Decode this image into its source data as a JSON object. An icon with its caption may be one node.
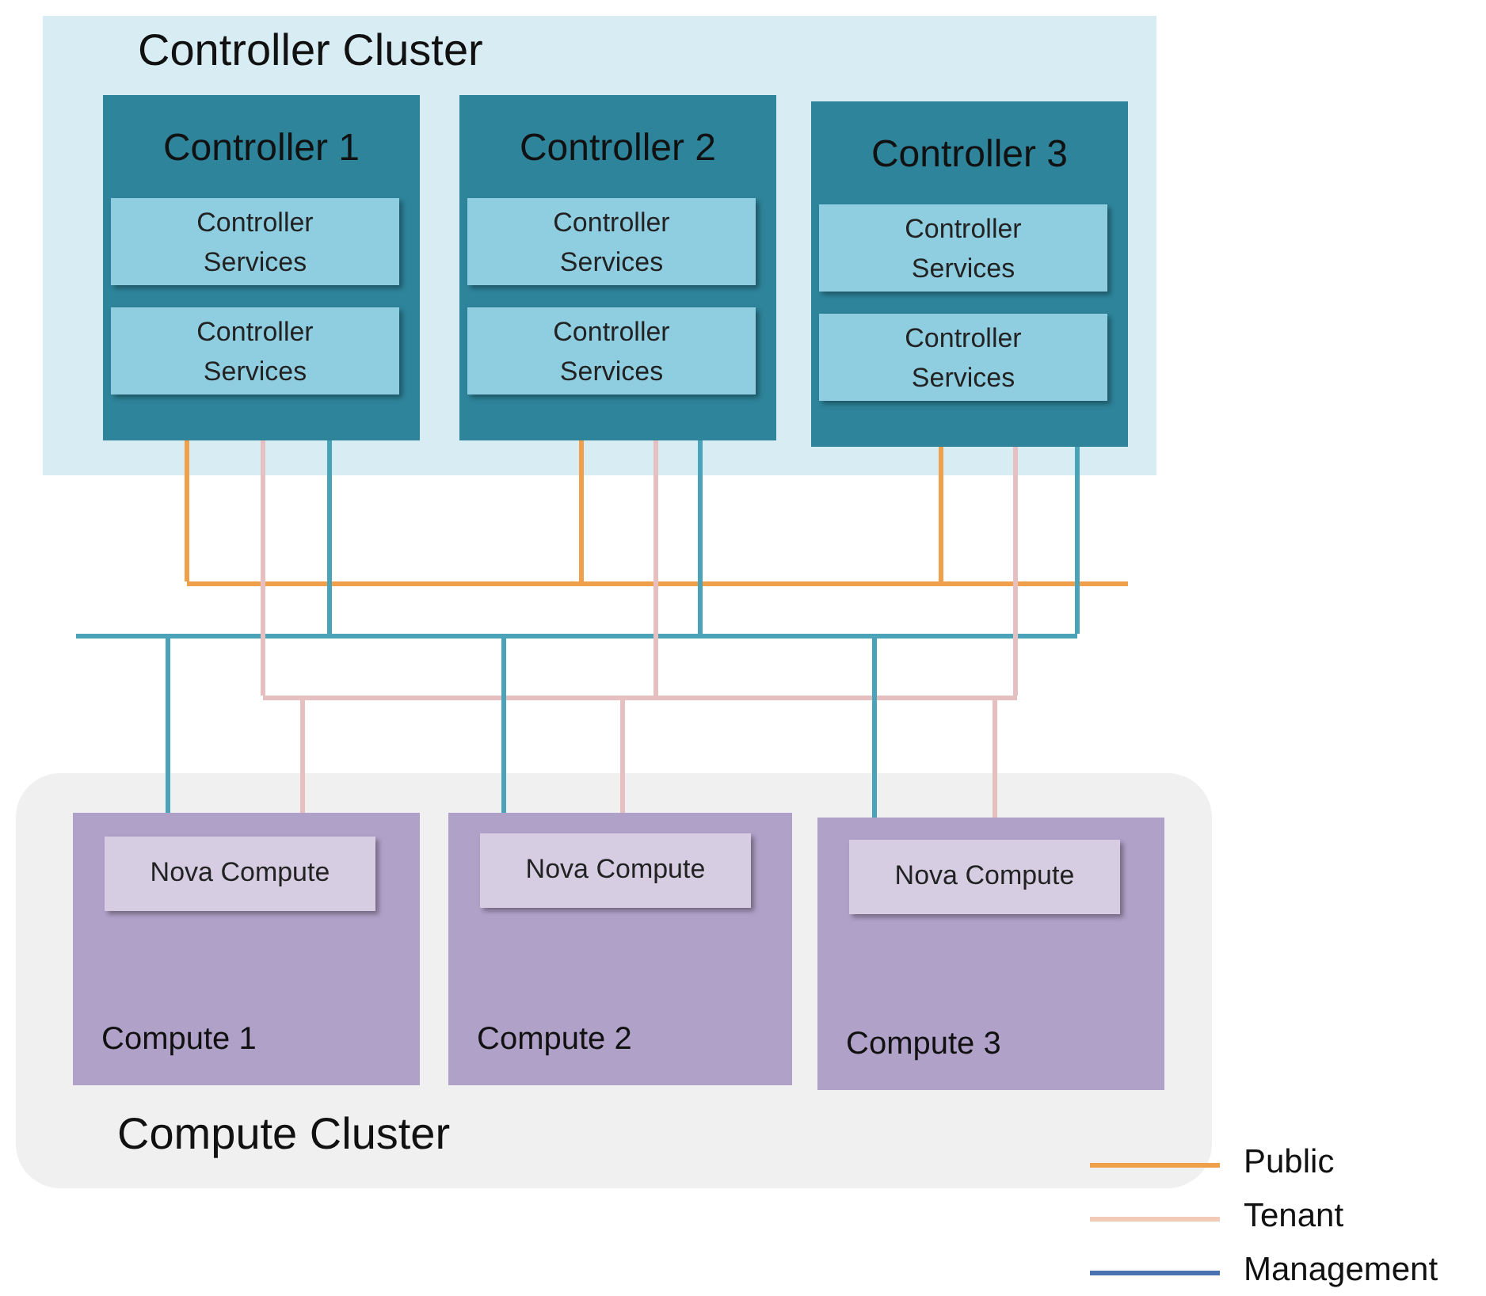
{
  "diagram": {
    "nodes": [
      {
        "text": [
          "Controller Cluster"
        ]
      },
      {
        "text": [
          "Controller 1"
        ],
        "in": 0
      },
      {
        "text": [
          "Controller Services"
        ],
        "in": 1
      },
      {
        "text": [
          "Controller Services"
        ],
        "in": 1
      },
      {
        "text": [
          "Controller 2"
        ],
        "in": 0
      },
      {
        "text": [
          "Controller Services"
        ],
        "in": 4
      },
      {
        "text": [
          "Controller Services"
        ],
        "in": 4
      },
      {
        "text": [
          "Controller 3"
        ],
        "in": 0
      },
      {
        "text": [
          "Controller Services"
        ],
        "in": 7
      },
      {
        "text": [
          "Controller Services"
        ],
        "in": 7
      },
      {
        "text": [
          "Compute Cluster"
        ]
      },
      {
        "text": [
          "Compute 1"
        ],
        "in": 10
      },
      {
        "text": [
          "Nova Compute"
        ],
        "in": 11
      },
      {
        "text": [
          "Compute 2"
        ],
        "in": 10
      },
      {
        "text": [
          "Nova Compute"
        ],
        "in": 13
      },
      {
        "text": [
          "Compute 3"
        ],
        "in": 10
      },
      {
        "text": [
          "Nova Compute"
        ],
        "in": 15
      },
      {
        "text": [],
        "shape": "bar"
      },
      {
        "text": [],
        "shape": "bar"
      },
      {
        "text": [],
        "shape": "bar"
      }
    ],
    "edges": [
      {
        "from": 1,
        "to": 17,
        "arrow": "none",
        "color": "#f0a04b"
      },
      {
        "from": 4,
        "to": 17,
        "arrow": "none",
        "color": "#f0a04b"
      },
      {
        "from": 7,
        "to": 17,
        "arrow": "none",
        "color": "#f0a04b"
      },
      {
        "from": 1,
        "to": 19,
        "arrow": "none",
        "color": "#e6c0c0"
      },
      {
        "from": 4,
        "to": 19,
        "arrow": "none",
        "color": "#e6c0c0"
      },
      {
        "from": 7,
        "to": 19,
        "arrow": "none",
        "color": "#e6c0c0"
      },
      {
        "from": 1,
        "to": 18,
        "arrow": "none",
        "color": "#4aa3b8"
      },
      {
        "from": 4,
        "to": 18,
        "arrow": "none",
        "color": "#4aa3b8"
      },
      {
        "from": 7,
        "to": 18,
        "arrow": "none",
        "color": "#4aa3b8"
      },
      {
        "from": 18,
        "to": 11,
        "arrow": "none",
        "color": "#4aa3b8"
      },
      {
        "from": 18,
        "to": 13,
        "arrow": "none",
        "color": "#4aa3b8"
      },
      {
        "from": 18,
        "to": 15,
        "arrow": "none",
        "color": "#4aa3b8"
      },
      {
        "from": 19,
        "to": 11,
        "arrow": "none",
        "color": "#e6c0c0"
      },
      {
        "from": 19,
        "to": 13,
        "arrow": "none",
        "color": "#e6c0c0"
      },
      {
        "from": 19,
        "to": 15,
        "arrow": "none",
        "color": "#e6c0c0"
      }
    ],
    "legend": [
      {
        "text": "Public",
        "color": "#f0a04b"
      },
      {
        "text": "Tenant",
        "color": "#f3c9b8"
      },
      {
        "text": "Management",
        "color": "#4a72b0"
      }
    ]
  }
}
